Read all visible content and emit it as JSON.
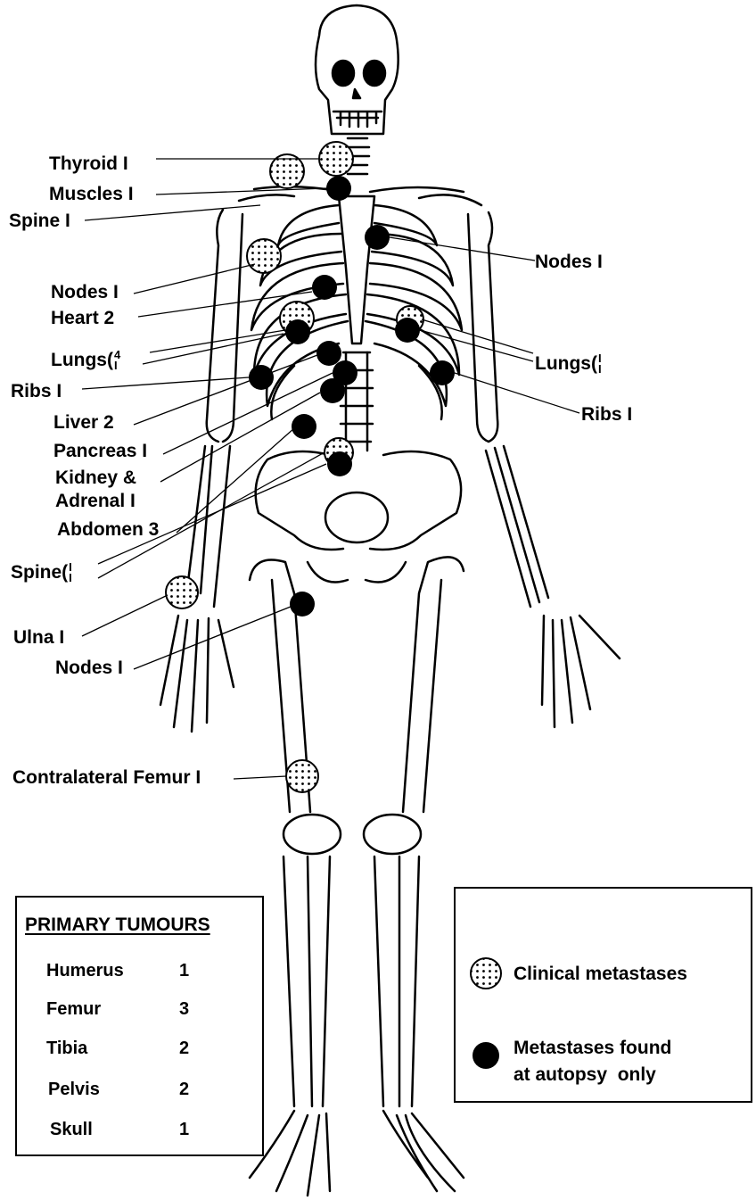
{
  "labels": {
    "thyroid": "Thyroid I",
    "muscles": "Muscles I",
    "spine_upper": "Spine I",
    "nodes_left_upper": "Nodes I",
    "heart": "Heart 2",
    "lungs_left": "Lungs(",
    "lungs_left_top": "4",
    "lungs_left_bottom": "I",
    "ribs_left": "Ribs I",
    "liver": "Liver 2",
    "pancreas": "Pancreas I",
    "kidney_1": "Kidney &",
    "kidney_2": "Adrenal I",
    "abdomen": "Abdomen 3",
    "spine_lower": "Spine(",
    "spine_lower_top": "I",
    "spine_lower_bottom": "I",
    "ulna": "Ulna I",
    "nodes_left_lower": "Nodes I",
    "femur_contra": "Contralateral Femur I",
    "nodes_right": "Nodes I",
    "lungs_right": "Lungs(",
    "lungs_right_top": "I",
    "lungs_right_bottom": "I",
    "ribs_right": "Ribs I"
  },
  "primary_tumours": {
    "title": "PRIMARY TUMOURS",
    "rows": [
      {
        "site": "Humerus",
        "count": "1"
      },
      {
        "site": "Femur",
        "count": "3"
      },
      {
        "site": "Tibia",
        "count": "2"
      },
      {
        "site": "Pelvis",
        "count": "2"
      },
      {
        "site": "Skull",
        "count": "1"
      }
    ]
  },
  "legend": {
    "clinical": "Clinical metastases",
    "autopsy_1": "Metastases found",
    "autopsy_2": "at autopsy  only"
  },
  "colors": {
    "ink": "#000000",
    "paper": "#ffffff"
  }
}
